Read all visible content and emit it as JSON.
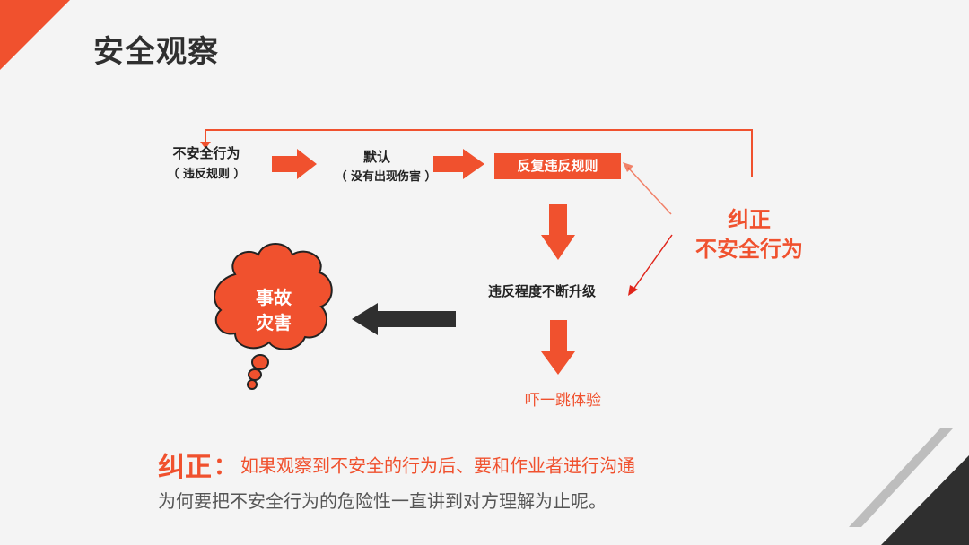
{
  "slide": {
    "title": "安全观察"
  },
  "flow": {
    "node1": {
      "line1": "不安全行为",
      "line2": "（ 违反规则 ）"
    },
    "node2": {
      "line1": "默认",
      "line2": "（ 没有出现伤害 ）"
    },
    "node3": {
      "label": "反复违反规则"
    },
    "correction": {
      "line1": "纠正",
      "line2": "不安全行为"
    },
    "escalation": {
      "label": "违反程度不断升级"
    },
    "outcome": {
      "line1": "事故",
      "line2": "灾害"
    },
    "near_miss": {
      "label": "吓一跳体验"
    }
  },
  "note": {
    "title": "纠正",
    "colon": "：",
    "line1": "如果观察到不安全的行为后、要和作业者进行沟通",
    "line2": "为何要把不安全行为的危险性一直讲到对方理解为止呢。"
  },
  "colors": {
    "accent": "#f0512e",
    "dark_arrow": "#2f2f2f",
    "text_dark": "#222222"
  }
}
